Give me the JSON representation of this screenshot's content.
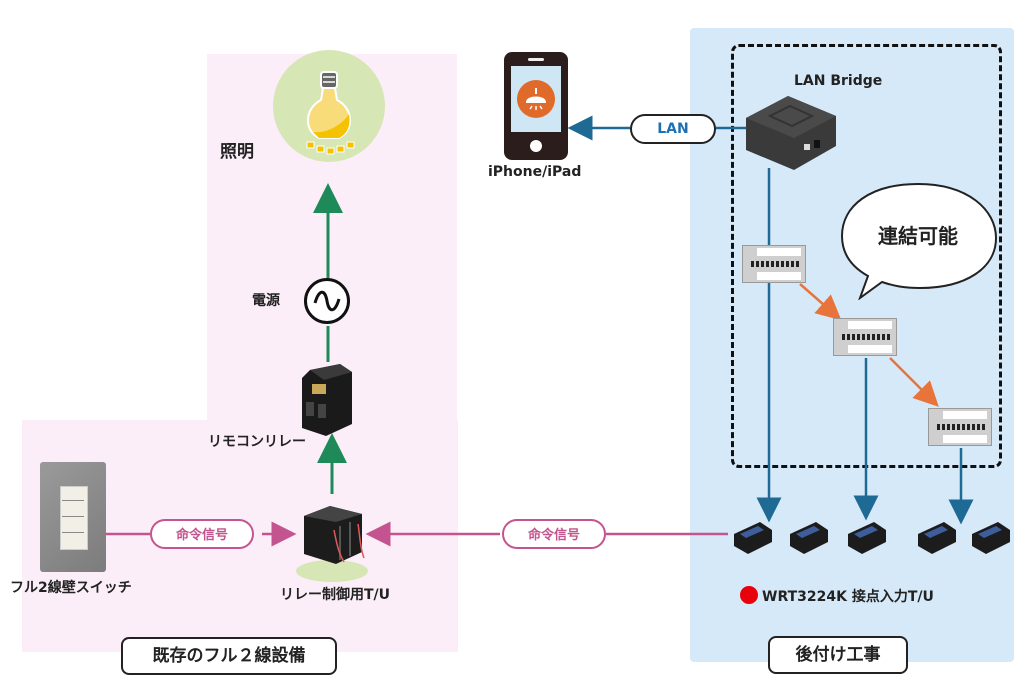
{
  "diagram": {
    "existing_section": {
      "title": "既存のフル２線設備",
      "lighting_label": "照明",
      "power_label": "電源",
      "remote_relay_label": "リモコンリレー",
      "relay_control_tu_label": "リレー制御用T/U",
      "wall_switch_label": "フル2線壁スイッチ",
      "signal_left_label": "命令信号"
    },
    "device": {
      "phone_label": "iPhone/iPad",
      "lan_label": "LAN"
    },
    "retrofit_section": {
      "title": "後付け工事",
      "lan_bridge_label": "LAN Bridge",
      "chainable_callout": "連結可能",
      "contact_input_label": "WRT3224K 接点入力T/U",
      "signal_right_label": "命令信号",
      "module_count": 3,
      "contact_input_unit_count": 5
    },
    "colors": {
      "command_signal": "#c4548f",
      "power_flow": "#1e8a5a",
      "lan_flow": "#1f6a94",
      "chain_flow": "#e8743b",
      "existing_bg": "#fbeef8",
      "retrofit_bg": "#d6e9f8",
      "marker_red": "#e8000b"
    }
  }
}
